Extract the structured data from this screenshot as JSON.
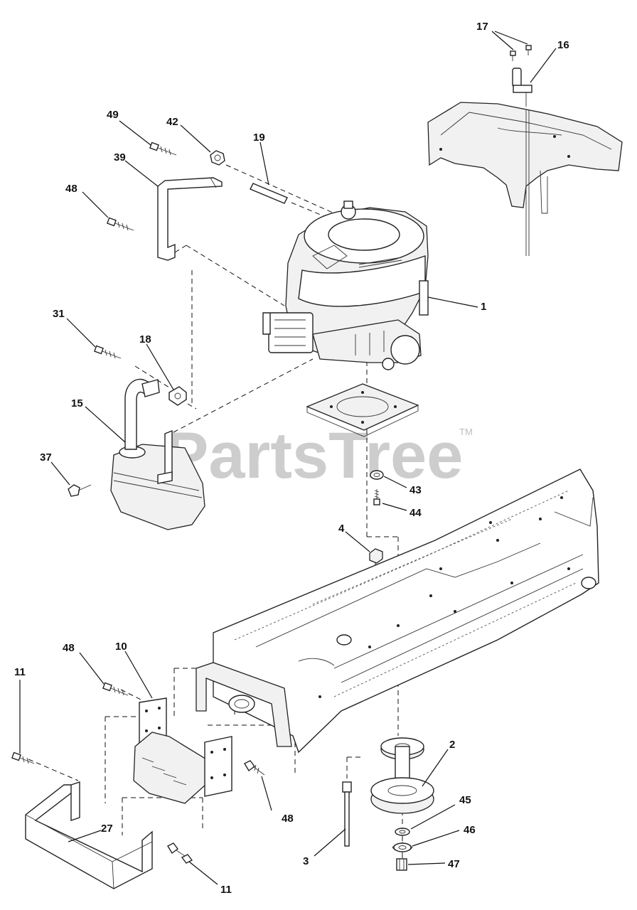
{
  "watermark": {
    "text": "PartsTree",
    "tm": "TM"
  },
  "labels": {
    "p17": "17",
    "p16": "16",
    "p49": "49",
    "p42": "42",
    "p19": "19",
    "p39": "39",
    "p48a": "48",
    "p1": "1",
    "p31": "31",
    "p18": "18",
    "p15": "15",
    "p37": "37",
    "p43": "43",
    "p44": "44",
    "p4": "4",
    "p48b": "48",
    "p10": "10",
    "p11a": "11",
    "p2": "2",
    "p48c": "48",
    "p45": "45",
    "p46": "46",
    "p27": "27",
    "p3": "3",
    "p47": "47",
    "p11b": "11"
  }
}
